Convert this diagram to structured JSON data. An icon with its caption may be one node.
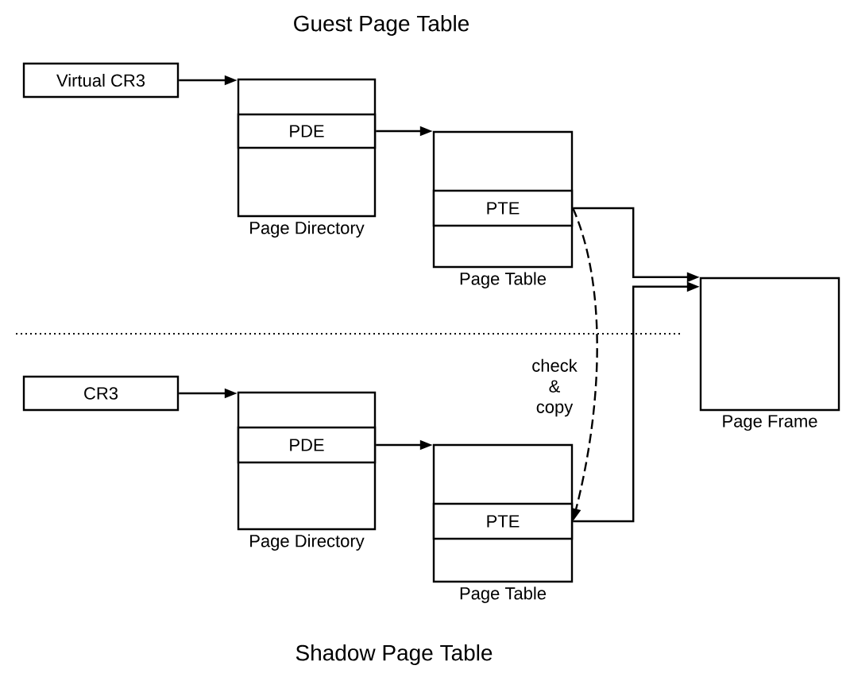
{
  "diagram": {
    "nodes": [
      {
        "text": [
          "Virtual CR3"
        ]
      },
      {
        "text": [
          "Page Directory"
        ]
      },
      {
        "text": [
          "PDE"
        ],
        "in": 1
      },
      {
        "text": [
          "Page Table"
        ]
      },
      {
        "text": [
          "PTE"
        ],
        "in": 3
      },
      {
        "text": [
          "Page Frame"
        ]
      },
      {
        "text": [
          "CR3"
        ]
      },
      {
        "text": [
          "Page Directory"
        ]
      },
      {
        "text": [
          "PDE"
        ],
        "in": 7
      },
      {
        "text": [
          "Page Table"
        ]
      },
      {
        "text": [
          "PTE"
        ],
        "in": 9
      }
    ],
    "edges": [
      {
        "from": 0,
        "to": 1,
        "arrow": "to"
      },
      {
        "from": 2,
        "to": 3,
        "arrow": "to"
      },
      {
        "from": 4,
        "to": 5,
        "arrow": "to"
      },
      {
        "from": 6,
        "to": 7,
        "arrow": "to"
      },
      {
        "from": 8,
        "to": 9,
        "arrow": "to"
      },
      {
        "from": 10,
        "to": 5,
        "arrow": "to"
      },
      {
        "from": 4,
        "to": 10,
        "arrow": "to",
        "style": "dashed",
        "label": "check & copy"
      }
    ],
    "labels": [
      "Guest Page Table",
      "Shadow Page Table"
    ]
  }
}
